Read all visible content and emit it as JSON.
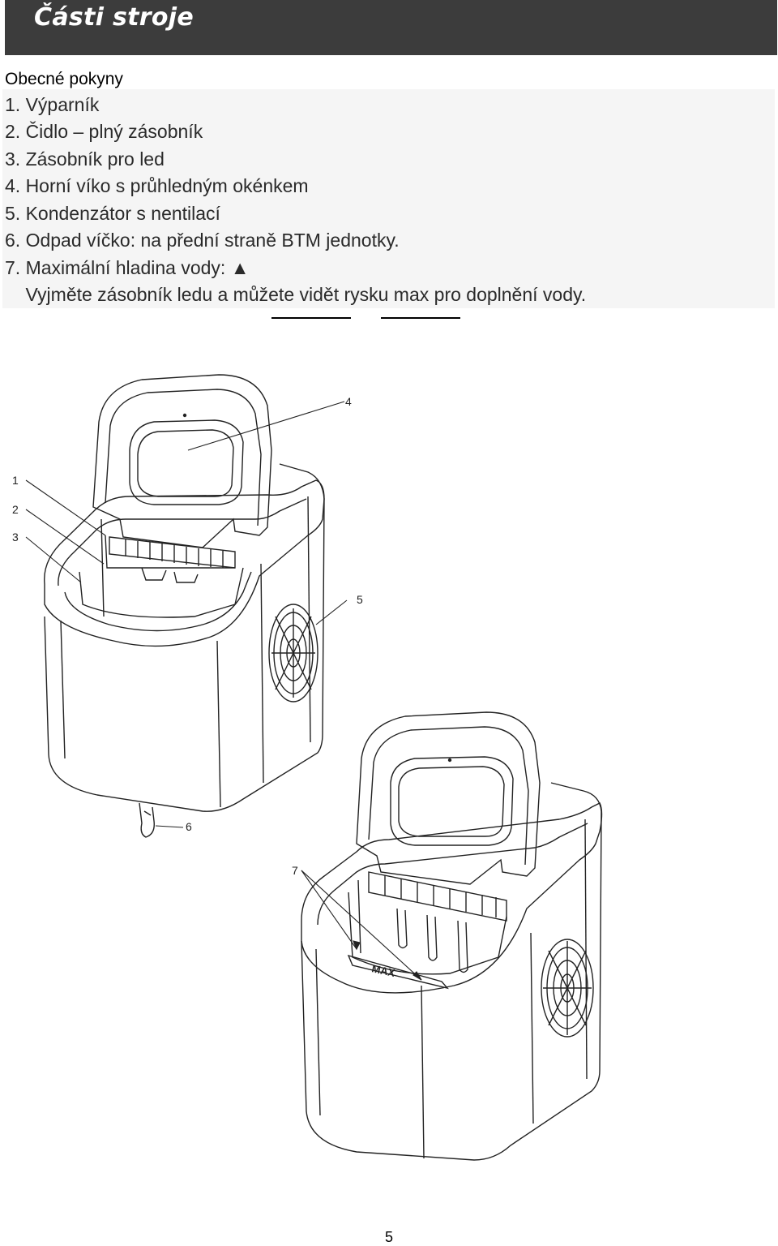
{
  "header": {
    "title": "Části stroje"
  },
  "intro": "Obecné pokyny",
  "items": [
    "1. Výparník",
    "2. Čidlo – plný zásobník",
    "3. Zásobník pro led",
    "4. Horní víko s průhledným okénkem",
    "5. Kondenzátor s nentilací",
    "6. Odpad víčko: na přední straně BTM jednotky.",
    "7. Maximální hladina vody: ▲",
    "    Vyjměte zásobník ledu a můžete vidět rysku max pro doplnění vody."
  ],
  "callouts": {
    "c1": "1",
    "c2": "2",
    "c3": "3",
    "c4": "4",
    "c5": "5",
    "c6": "6",
    "c7": "7",
    "max": "MAX"
  },
  "page_number": "5"
}
